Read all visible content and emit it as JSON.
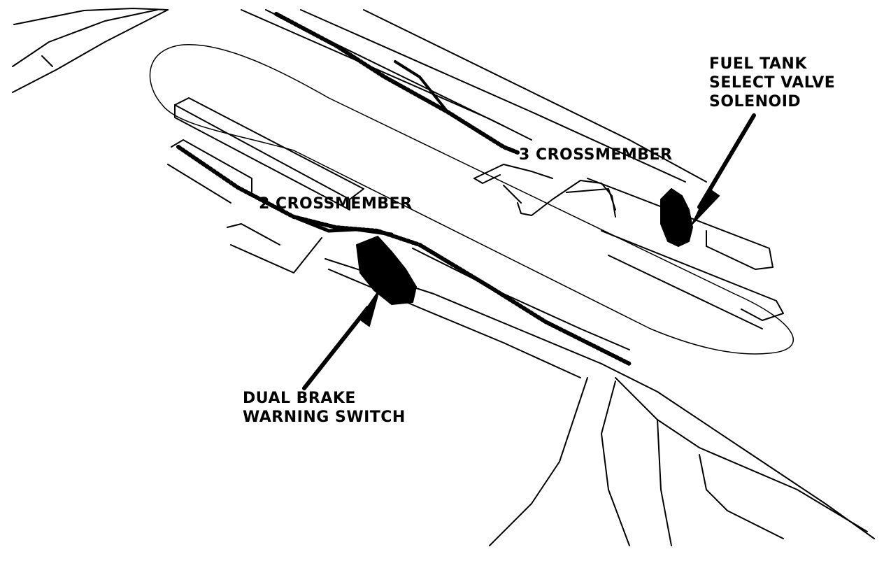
{
  "labels": {
    "fuel_tank": {
      "lines": [
        "FUEL TANK",
        "SELECT VALVE",
        "SOLENOID"
      ]
    },
    "crossmember_3": "3 CROSSMEMBER",
    "crossmember_2": "2 CROSSMEMBER",
    "dual_brake": {
      "lines": [
        "DUAL BRAKE",
        "WARNING SWITCH"
      ]
    }
  },
  "colors": {
    "ink": "#000000",
    "paper": "#ffffff"
  }
}
